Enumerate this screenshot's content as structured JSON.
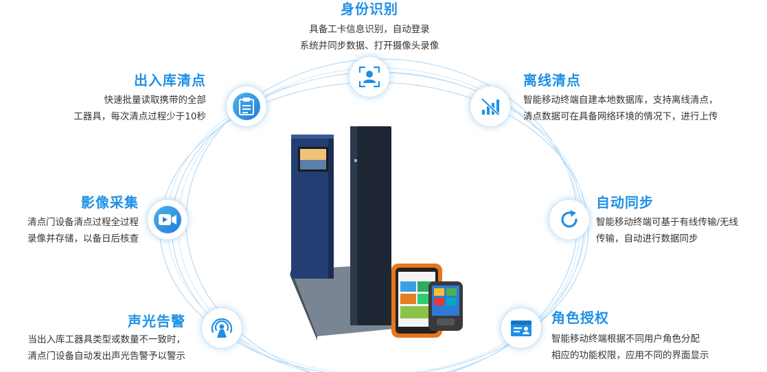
{
  "colors": {
    "accent": "#1e90e6",
    "ring": "#a9d4f2",
    "text": "#333333",
    "gate": "#1f2f55",
    "screen_orange": "#e8751a"
  },
  "features": {
    "identity": {
      "title": "身份识别",
      "lines": [
        "具备工卡信息识别，自动登录",
        "系统并同步数据、打开摄像头录像"
      ],
      "icon": "user-scan-icon"
    },
    "inventory": {
      "title": "出入库清点",
      "lines": [
        "快速批量读取携带的全部",
        "工器具，每次清点过程少于10秒"
      ],
      "icon": "clipboard-icon"
    },
    "offline": {
      "title": "离线清点",
      "lines": [
        "智能移动终端自建本地数据库，支持离线清点，",
        "清点数据可在具备网络环境的情况下，进行上传"
      ],
      "icon": "signal-off-icon"
    },
    "video": {
      "title": "影像采集",
      "lines": [
        "清点门设备清点过程全过程",
        "录像并存储，以备日后核查"
      ],
      "icon": "video-camera-icon"
    },
    "sync": {
      "title": "自动同步",
      "lines": [
        "智能移动终端可基于有线传输/无线",
        "传输，自动进行数据同步"
      ],
      "icon": "refresh-icon"
    },
    "alarm": {
      "title": "声光告警",
      "lines": [
        "当出入库工器具类型或数量不一致时，",
        "清点门设备自动发出声光告警予以警示"
      ],
      "icon": "alarm-beacon-icon"
    },
    "role": {
      "title": "角色授权",
      "lines": [
        "智能移动终端根据不同用户角色分配",
        "相应的功能权限，应用不同的界面显示"
      ],
      "icon": "user-card-icon"
    }
  }
}
